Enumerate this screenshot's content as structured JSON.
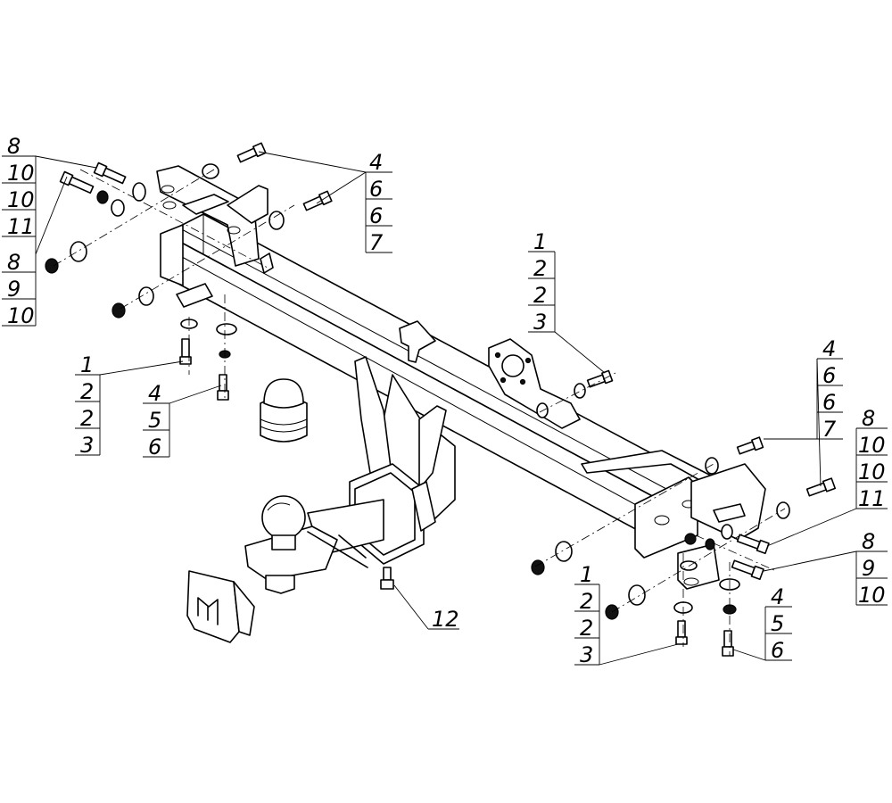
{
  "diagram": {
    "callout_stacks": [
      {
        "id": "upper-left-bolts",
        "numbers": [
          "8",
          "10",
          "10",
          "11"
        ]
      },
      {
        "id": "left-nut",
        "numbers": [
          "8",
          "9",
          "10"
        ]
      },
      {
        "id": "upper-mid-bolts",
        "numbers": [
          "4",
          "6",
          "6",
          "7"
        ]
      },
      {
        "id": "right-wiring-bracket-bolt",
        "numbers": [
          "1",
          "2",
          "2",
          "3"
        ]
      },
      {
        "id": "left-lower-bolt",
        "numbers": [
          "1",
          "2",
          "2",
          "3"
        ]
      },
      {
        "id": "left-lower-small-bolt",
        "numbers": [
          "4",
          "5",
          "6"
        ]
      },
      {
        "id": "right-upper-bolts",
        "numbers": [
          "4",
          "6",
          "6",
          "7"
        ]
      },
      {
        "id": "right-side-bolts",
        "numbers": [
          "8",
          "10",
          "10",
          "11"
        ]
      },
      {
        "id": "right-nut",
        "numbers": [
          "8",
          "9",
          "10"
        ]
      },
      {
        "id": "right-lower-bolt",
        "numbers": [
          "1",
          "2",
          "2",
          "3"
        ]
      },
      {
        "id": "right-lower-small-bolt",
        "numbers": [
          "4",
          "5",
          "6"
        ]
      },
      {
        "id": "ball-mount-bolt",
        "numbers": [
          "12"
        ]
      }
    ],
    "logo_text": "M"
  }
}
